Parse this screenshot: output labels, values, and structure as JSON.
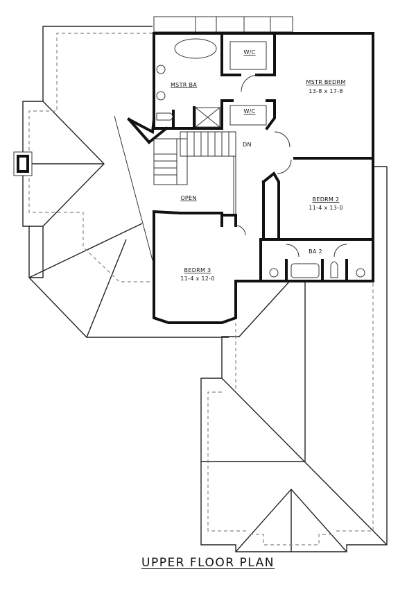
{
  "plan": {
    "title": "UPPER FLOOR PLAN",
    "rooms": [
      {
        "name": "MSTR BA",
        "dims": ""
      },
      {
        "name": "W/C",
        "dims": ""
      },
      {
        "name": "W/C",
        "dims": ""
      },
      {
        "name": "MSTR BEDRM",
        "dims": "13-8 x 17-8"
      },
      {
        "name": "OPEN",
        "dims": ""
      },
      {
        "name": "BEDRM 2",
        "dims": "11-4 x 13-0"
      },
      {
        "name": "BA 2",
        "dims": ""
      },
      {
        "name": "BEDRM 3",
        "dims": "11-4 x 12-0"
      }
    ],
    "stair_label": "DN"
  }
}
